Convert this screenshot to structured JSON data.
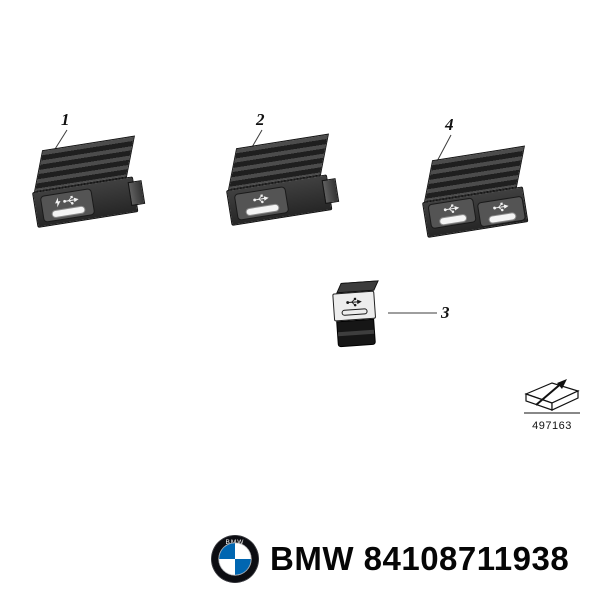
{
  "background": "#ffffff",
  "callouts": {
    "c1": "1",
    "c2": "2",
    "c3": "3",
    "c4": "4"
  },
  "parts": [
    {
      "callout": "1",
      "description_icon": "usb-charging-icon",
      "ports": 1
    },
    {
      "callout": "2",
      "description_icon": "usb-trident-icon",
      "ports": 1
    },
    {
      "callout": "4",
      "description_icon": "usb-trident-icon",
      "ports": 2
    },
    {
      "callout": "3",
      "description_icon": "usb-trident-icon",
      "ports": 1
    }
  ],
  "ref_number": "497163",
  "footer": {
    "logo_text": "BMW",
    "brand": "BMW",
    "part_number": "84108711938"
  },
  "colors": {
    "background": "#ffffff",
    "part_body_dark": "#2a2a2a",
    "part_panel": "#545454",
    "slot_white": "#f4f4f4",
    "bmw_blue": "#0066B1",
    "text": "#060606"
  },
  "icons": {
    "logo": "bmw-roundel",
    "ref": "box-arrow-icon",
    "usb": "usb-trident-icon",
    "usb_charging": "usb-lightning-icon"
  }
}
